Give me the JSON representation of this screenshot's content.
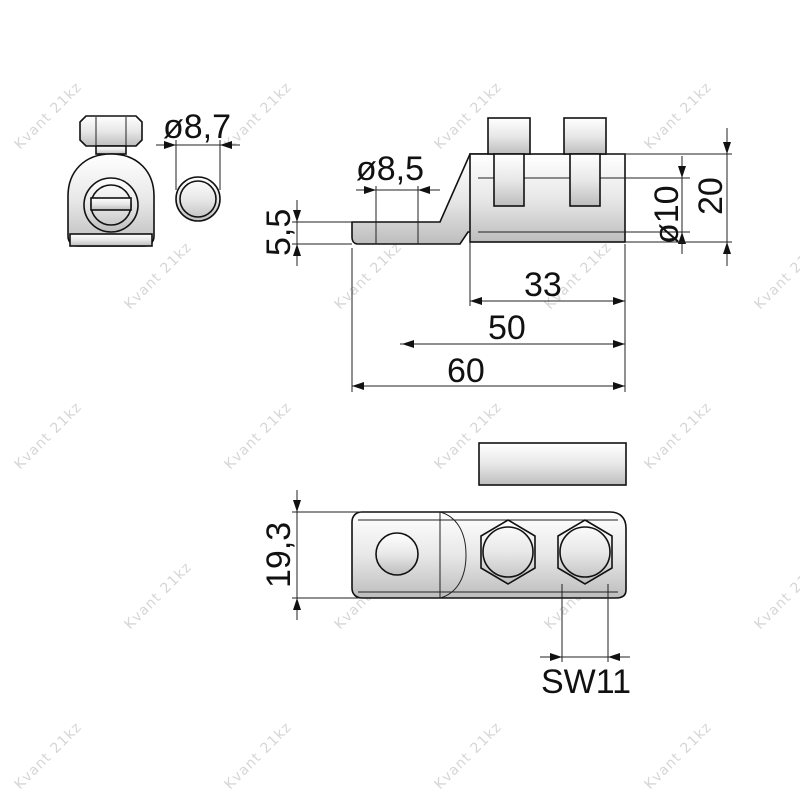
{
  "colors": {
    "line": "#111111",
    "watermark": "#d6d6d6",
    "metal_light": "#ffffff",
    "metal_dark": "#bdbdbd"
  },
  "watermark": "Kvant 21kz",
  "dimensions": {
    "hole_left_view": "ø8,7",
    "hole_side_view": "ø8,5",
    "tongue_thickness": "5,5",
    "barrel_diameter": "ø10",
    "total_height": "20",
    "barrel_length": "33",
    "length_mid": "50",
    "total_length": "60",
    "width": "19,3",
    "wrench_size": "SW11"
  }
}
